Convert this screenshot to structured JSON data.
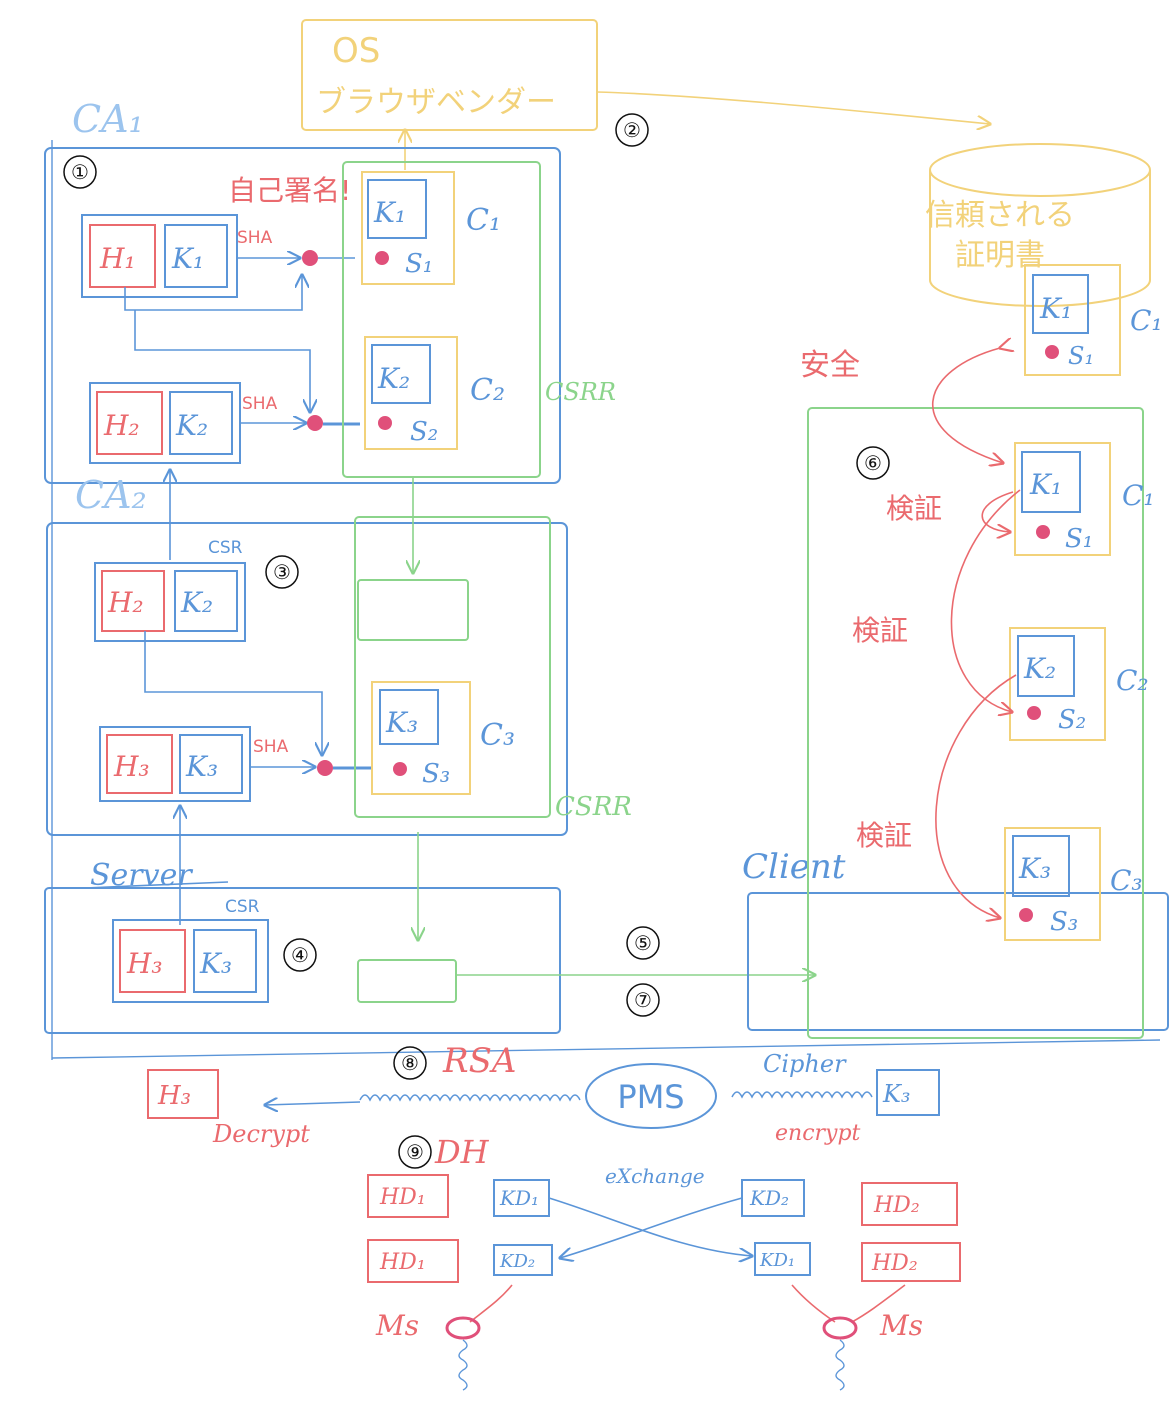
{
  "colors": {
    "blue": "#5b95d8",
    "red": "#ea6a6e",
    "green": "#8bd48b",
    "yellow": "#f2d27a",
    "pink": "#e0507a",
    "black": "#111111"
  },
  "os_vendor": {
    "line1": "OS",
    "line2": "ブラウザベンダー"
  },
  "trust_store": {
    "line1": "信頼される",
    "line2": "証明書"
  },
  "labels": {
    "ca1": "CA₁",
    "ca2": "CA₂",
    "server": "Server",
    "client": "Client",
    "self_signed": "自己署名!",
    "sha": "SHA",
    "csr": "CSR",
    "csrr": "CSRR",
    "safe": "安全",
    "verify": "検証",
    "rsa": "RSA",
    "dh": "DH",
    "pms": "PMS",
    "cipher": "Cipher",
    "encrypt": "encrypt",
    "decrypt": "Decrypt",
    "exchange": "eXchange",
    "ms": "Ms"
  },
  "step_numbers": [
    "①",
    "②",
    "③",
    "④",
    "⑤",
    "⑥",
    "⑦",
    "⑧",
    "⑨"
  ],
  "keys": {
    "h1": "H₁",
    "k1": "K₁",
    "h2": "H₂",
    "k2": "K₂",
    "h3": "H₃",
    "k3": "K₃",
    "s1": "S₁",
    "s2": "S₂",
    "s3": "S₃",
    "c1": "C₁",
    "c2": "C₂",
    "c3": "C₃",
    "hd1": "HD₁",
    "hd2": "HD₂",
    "kd1": "KD₁",
    "kd2": "KD₂"
  }
}
